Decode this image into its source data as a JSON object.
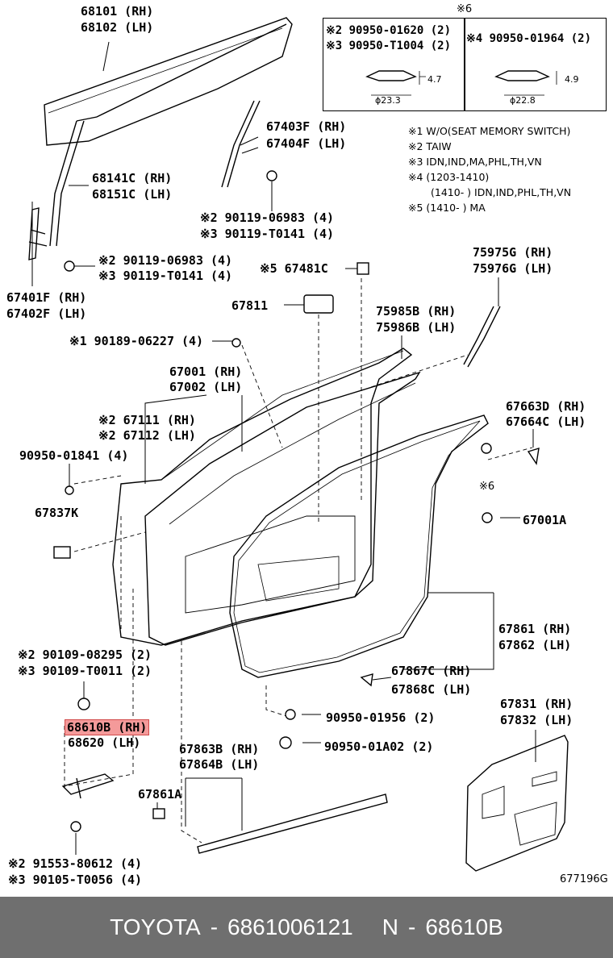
{
  "diagram": {
    "figure_code": "677196G",
    "inset": {
      "mark": "※6",
      "left_items": [
        "※2 90950-01620 (2)",
        "※3 90950-T1004 (2)"
      ],
      "right_item": "※4 90950-01964 (2)",
      "left_dims": {
        "height": "4.7",
        "diameter": "ϕ23.3"
      },
      "right_dims": {
        "height": "4.9",
        "diameter": "ϕ22.8"
      }
    },
    "notes": [
      "※1 W/O(SEAT MEMORY SWITCH)",
      "※2 TAIW",
      "※3 IDN,IND,MA,PHL,TH,VN",
      "※4 (1203-1410)",
      "(1410-      ) IDN,IND,PHL,TH,VN",
      "※5 (1410-      ) MA"
    ],
    "labels": {
      "l68101": "68101 (RH)",
      "l68102": "68102 (LH)",
      "l67403f": "67403F (RH)",
      "l67404f": "67404F (LH)",
      "l68141c": "68141C (RH)",
      "l68151c": "68151C (LH)",
      "l90119a": "※2 90119-06983 (4)",
      "l90119b": "※3 90119-T0141 (4)",
      "l90119c": "※2 90119-06983 (4)",
      "l90119d": "※3 90119-T0141 (4)",
      "l67401f": "67401F (RH)",
      "l67402f": "67402F (LH)",
      "l67481c": "※5 67481C",
      "l75975g": "75975G (RH)",
      "l75976g": "75976G (LH)",
      "l67811": "67811",
      "l75985b": "75985B (RH)",
      "l75986b": "75986B (LH)",
      "l90189": "※1 90189-06227 (4)",
      "l67001": "67001 (RH)",
      "l67002": "67002 (LH)",
      "l67111": "※2 67111 (RH)",
      "l67112": "※2 67112 (LH)",
      "l67663d": "67663D (RH)",
      "l67664c": "67664C (LH)",
      "l90950_01841": "90950-01841 (4)",
      "l6": "※6",
      "l67837k": "67837K",
      "l67001a": "67001A",
      "l67861rh": "67861 (RH)",
      "l67862": "67862 (LH)",
      "l90109a": "※2 90109-08295 (2)",
      "l90109b": "※3 90109-T0011 (2)",
      "l67867c": "67867C (RH)",
      "l67868c": "67868C (LH)",
      "l68610b": "68610B (RH)",
      "l68620": "68620 (LH)",
      "l90950_01956": "90950-01956 (2)",
      "l67831": "67831 (RH)",
      "l67832": "67832 (LH)",
      "l67863b": "67863B (RH)",
      "l67864b": "67864B (LH)",
      "l90950_01a02": "90950-01A02 (2)",
      "l67861a": "67861A",
      "l91553": "※2 91553-80612 (4)",
      "l90105": "※3 90105-T0056 (4)"
    }
  },
  "footer": {
    "brand": "TOYOTA",
    "part_number": "6861006121",
    "sep1": "-",
    "sep2": "-",
    "prefix": "N",
    "part_code": "68610B"
  },
  "highlight_color": "#f49a9a"
}
